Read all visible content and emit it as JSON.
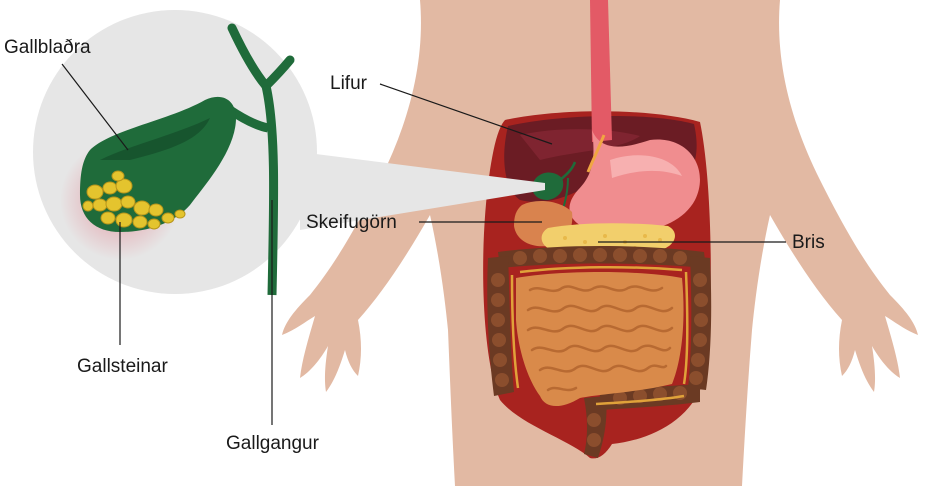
{
  "labels": {
    "gallbladder": "Gallblaðra",
    "liver": "Lifur",
    "duodenum": "Skeifugörn",
    "pancreas": "Bris",
    "gallstones": "Gallsteinar",
    "bile_duct": "Gallgangur"
  },
  "colors": {
    "skin": "#e2b9a3",
    "liver": "#6b1c24",
    "cavity": "#a8231f",
    "stomach": "#f08d8f",
    "gallbladder": "#1f6b3a",
    "stones": "#e4c42e",
    "pancreas": "#f2cf6c",
    "intestine": "#d98a4a",
    "colon": "#6b3a23",
    "zoom_bg": "#e6e6e6"
  }
}
